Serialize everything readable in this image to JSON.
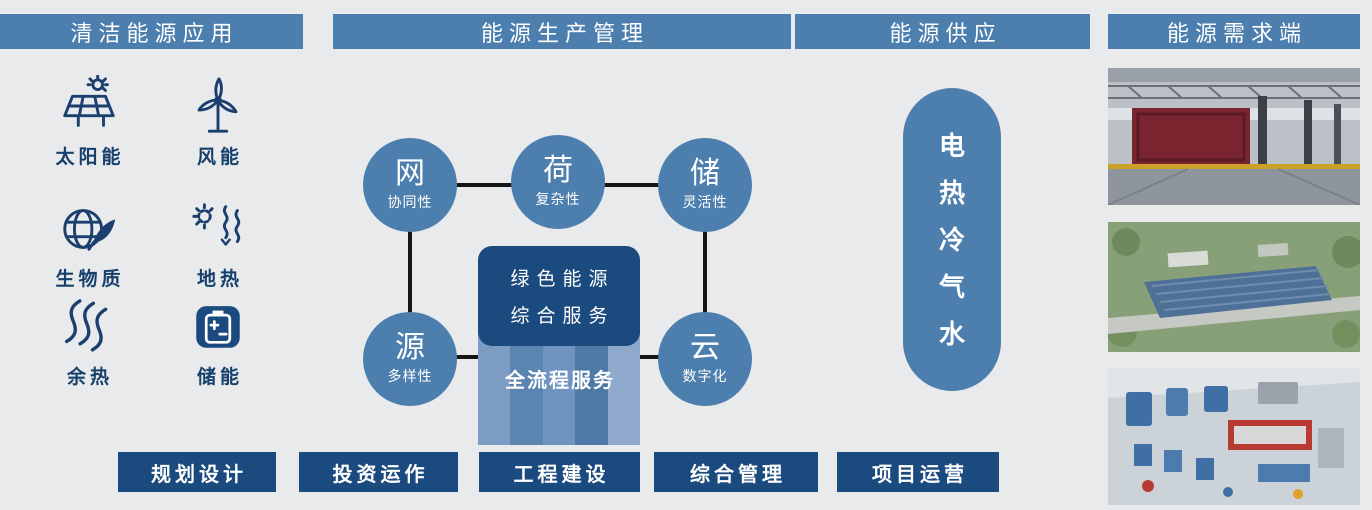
{
  "headers": [
    {
      "label": "清洁能源应用"
    },
    {
      "label": "能源生产管理"
    },
    {
      "label": "能源供应"
    },
    {
      "label": "能源需求端"
    }
  ],
  "clean_energy": {
    "items": [
      {
        "label": "太阳能"
      },
      {
        "label": "风能"
      },
      {
        "label": "生物质"
      },
      {
        "label": "地热"
      },
      {
        "label": "余热"
      },
      {
        "label": "储能"
      }
    ]
  },
  "network": {
    "nodes": [
      {
        "main": "网",
        "sub": "协同性"
      },
      {
        "main": "荷",
        "sub": "复杂性"
      },
      {
        "main": "储",
        "sub": "灵活性"
      },
      {
        "main": "源",
        "sub": "多样性"
      },
      {
        "main": "云",
        "sub": "数字化"
      }
    ],
    "center_box": {
      "line1": "绿色能源",
      "line2": "综合服务"
    },
    "process_label": "全流程服务"
  },
  "stages": [
    {
      "label": "规划设计"
    },
    {
      "label": "投资运作"
    },
    {
      "label": "工程建设"
    },
    {
      "label": "综合管理"
    },
    {
      "label": "项目运营"
    }
  ],
  "supply": {
    "items": [
      {
        "label": "电"
      },
      {
        "label": "热"
      },
      {
        "label": "冷"
      },
      {
        "label": "气"
      },
      {
        "label": "水"
      }
    ]
  },
  "colors": {
    "header_blue": "#4d7fae",
    "dark_blue": "#1b4a7e",
    "navy_text": "#17406b",
    "background": "#e9eaec"
  }
}
